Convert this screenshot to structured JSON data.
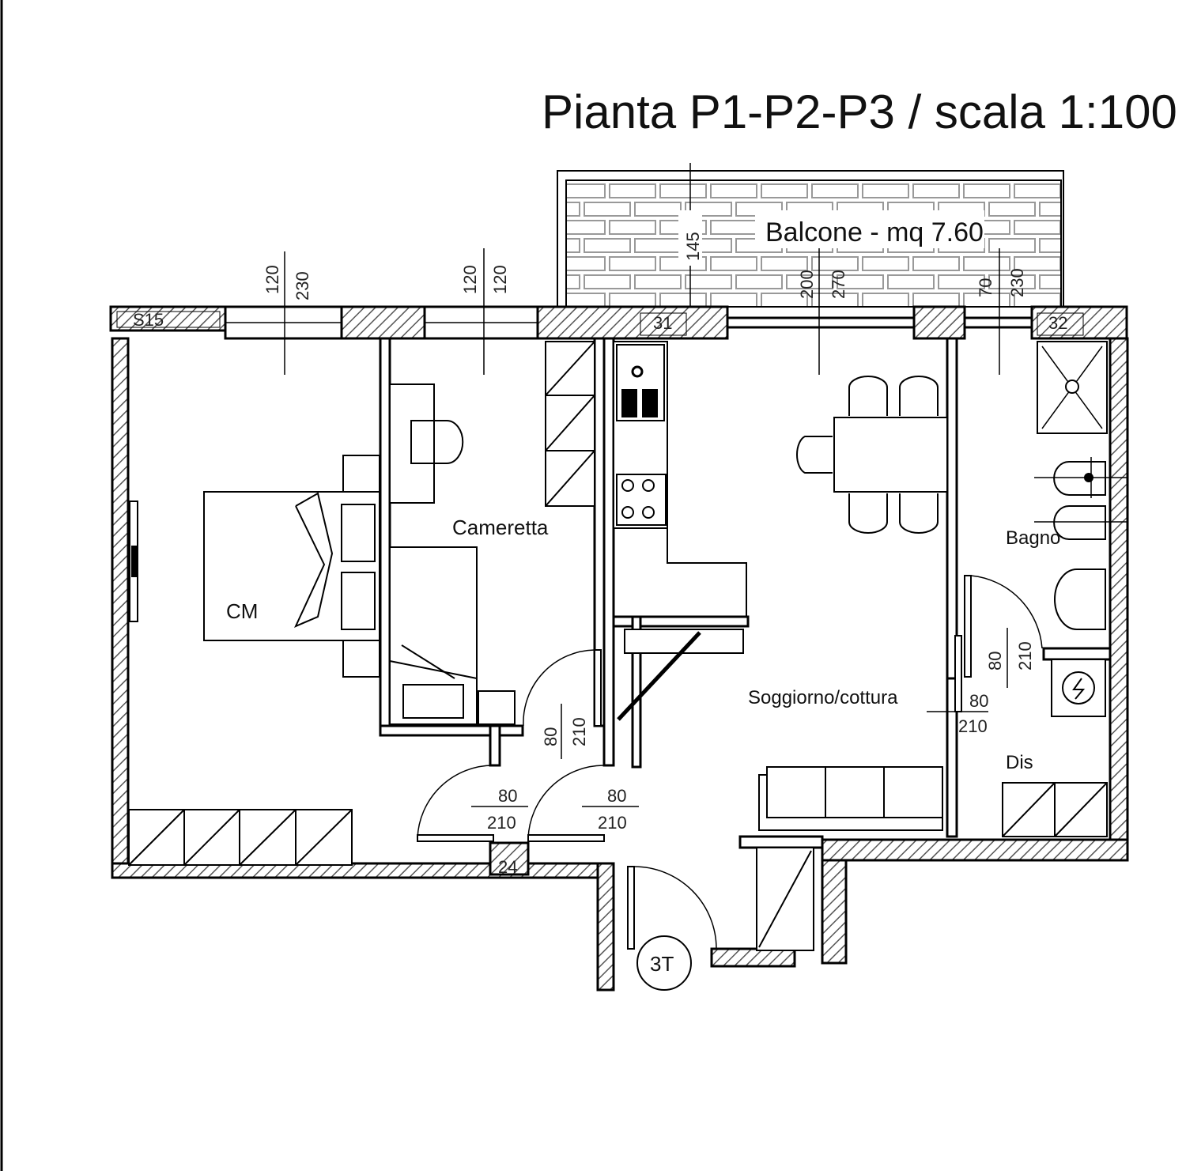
{
  "title": "Pianta P1-P2-P3 / scala 1:100",
  "rooms": {
    "balcone": "Balcone - mq 7.60",
    "cameretta": "Cameretta",
    "cm": "CM",
    "bagno": "Bagno",
    "soggiorno": "Soggiorno/cottura",
    "dis": "Dis"
  },
  "dimensions": {
    "balcony_depth": "145",
    "win1_a": "120",
    "win1_b": "230",
    "win2_a": "120",
    "win2_b": "120",
    "win3_a": "200",
    "win3_b": "270",
    "win4_a": "70",
    "win4_b": "230",
    "door_bagno_a": "80",
    "door_bagno_b": "210",
    "door_sogg_a": "80",
    "door_sogg_b": "210",
    "door_cam_a": "80",
    "door_cam_b": "210",
    "door_cm_a": "80",
    "door_cm_b": "210",
    "door_corr_a": "80",
    "door_corr_b": "210"
  },
  "tags": {
    "pillar_left": "S15",
    "pillar_mid": "31",
    "pillar_right": "32",
    "pillar_bottom": "24",
    "stair": "3T"
  }
}
